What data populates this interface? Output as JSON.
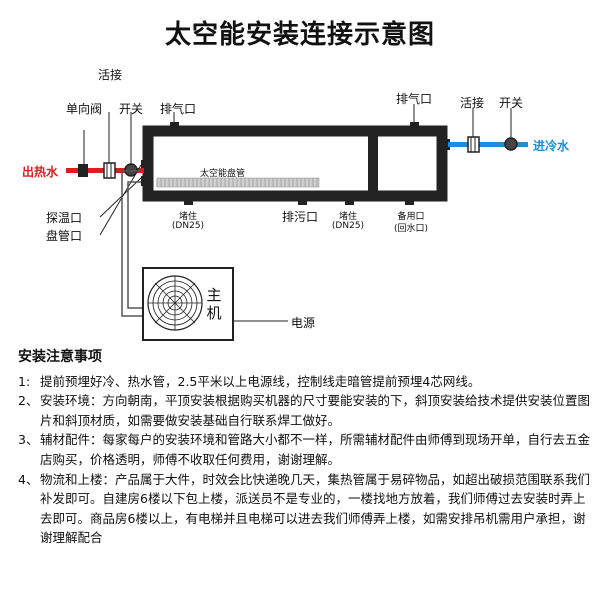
{
  "title": "太空能安装连接示意图",
  "diagram": {
    "labels": {
      "check_valve": "单向阀",
      "union_left": "活接",
      "switch_left": "开关",
      "exhaust_left": "排气口",
      "hot_out": "出热水",
      "probe_port": "探温口",
      "coil_port": "盘管口",
      "coil": "太空能盘管",
      "plug_left": "堵住",
      "plug_left_spec": "(DN25)",
      "drain": "排污口",
      "plug_right": "堵住",
      "plug_right_spec": "(DN25)",
      "spare_port": "备用口",
      "spare_port_note": "(回水口)",
      "exhaust_right": "排气口",
      "union_right": "活接",
      "switch_right": "开关",
      "cold_in": "进冷水",
      "host": "主机",
      "power": "电源"
    },
    "colors": {
      "hot_pipe": "#d81e1e",
      "cold_pipe": "#1a8fd6",
      "tank_border": "#222222"
    }
  },
  "notes": {
    "heading": "安装注意事项",
    "items": [
      {
        "num": "1:",
        "text": "提前预埋好冷、热水管，2.5平米以上电源线，控制线走暗管提前预埋4芯网线。"
      },
      {
        "num": "2、",
        "text": "安装环境：方向朝南，平顶安装根据购买机器的尺寸要能安装的下，斜顶安装给技术提供安装位置图片和斜顶材质，如需要做安装基础自行联系焊工做好。"
      },
      {
        "num": "3、",
        "text": "辅材配件：每家每户的安装环境和管路大小都不一样，所需辅材配件由师傅到现场开单，自行去五金店购买，价格透明，师傅不收取任何费用，谢谢理解。"
      },
      {
        "num": "4、",
        "text": "物流和上楼：产品属于大件，时效会比快递晚几天，集热管属于易碎物品，如超出破损范围联系我们补发即可。自建房6楼以下包上楼，派送员不是专业的，一楼找地方放着，我们师傅过去安装时弄上去即可。商品房6楼以上，有电梯并且电梯可以进去我们师傅弄上楼，如需安排吊机需用户承担，谢谢理解配合"
      }
    ]
  }
}
